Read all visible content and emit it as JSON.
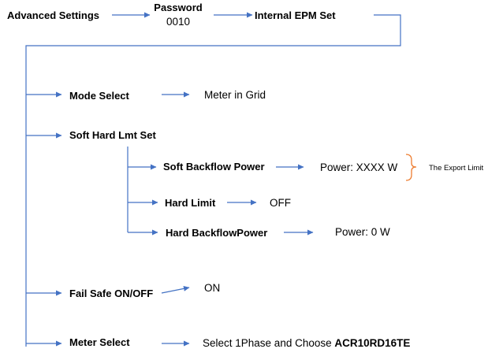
{
  "diagram": {
    "top_row": {
      "advanced_settings": "Advanced Settings",
      "password_label": "Password",
      "password_value": "0010",
      "internal_epm_set": "Internal EPM Set"
    },
    "mode_select": {
      "label": "Mode Select",
      "value": "Meter in Grid"
    },
    "soft_hard_lmt_set": {
      "label": "Soft Hard Lmt Set",
      "soft_backflow_power": {
        "label": "Soft Backflow Power",
        "value": "Power: XXXX W",
        "note": "The Export Limit"
      },
      "hard_limit": {
        "label": "Hard Limit",
        "value": "OFF"
      },
      "hard_backflow_power": {
        "label": "Hard BackflowPower",
        "value": "Power: 0 W"
      }
    },
    "fail_safe": {
      "label": "Fail Safe ON/OFF",
      "value": "ON"
    },
    "meter_select": {
      "label": "Meter Select",
      "value_prefix": "Select 1Phase and Choose ",
      "value_bold": "ACR10RD16TE"
    },
    "colors": {
      "connector": "#4472c4",
      "brace": "#ed7d31",
      "text": "#000000"
    }
  }
}
